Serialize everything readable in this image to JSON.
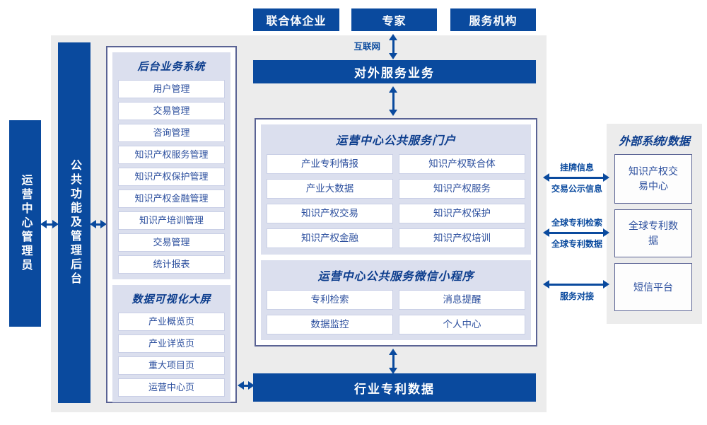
{
  "colors": {
    "primary_blue": "#0a4a9e",
    "panel_gray": "#ececec",
    "section_lavender": "#dbdfee",
    "header_navy": "#0c3d8d",
    "item_text_blue": "#2c4f9e",
    "container_border": "#5a6394"
  },
  "top_actors": {
    "a": "联合体企业",
    "b": "专家",
    "c": "服务机构"
  },
  "internet_label": "互联网",
  "external_service_bar": "对外服务业务",
  "left_bars": {
    "admin": "运营中心管理员",
    "backend": "公共功能及管理后台"
  },
  "left_box": {
    "backend_system": {
      "title": "后台业务系统",
      "items": [
        "用户管理",
        "交易管理",
        "咨询管理",
        "知识产权服务管理",
        "知识产权保护管理",
        "知识产权金融管理",
        "知识产培训管理",
        "交易管理",
        "统计报表"
      ]
    },
    "data_viz": {
      "title": "数据可视化大屏",
      "items": [
        "产业概览页",
        "产业详览页",
        "重大项目页",
        "运营中心页"
      ]
    }
  },
  "center_box": {
    "portal": {
      "title": "运营中心公共服务门户",
      "items": [
        "产业专利情报",
        "知识产权联合体",
        "产业大数据",
        "知识产权服务",
        "知识产权交易",
        "知识产权保护",
        "知识产权金融",
        "知识产权培训"
      ]
    },
    "miniprogram": {
      "title": "运营中心公共服务微信小程序",
      "items": [
        "专利检索",
        "消息提醒",
        "数据监控",
        "个人中心"
      ]
    }
  },
  "industry_patent_bar": "行业专利数据",
  "external": {
    "title": "外部系统/数据",
    "systems": [
      "知识产权交易中心",
      "全球专利数据",
      "短信平台"
    ],
    "links": [
      {
        "top": "挂牌信息",
        "bottom": "交易公示信息"
      },
      {
        "top": "全球专利检索",
        "bottom": "全球专利数据"
      },
      {
        "top": "",
        "bottom": "服务对接"
      }
    ]
  }
}
